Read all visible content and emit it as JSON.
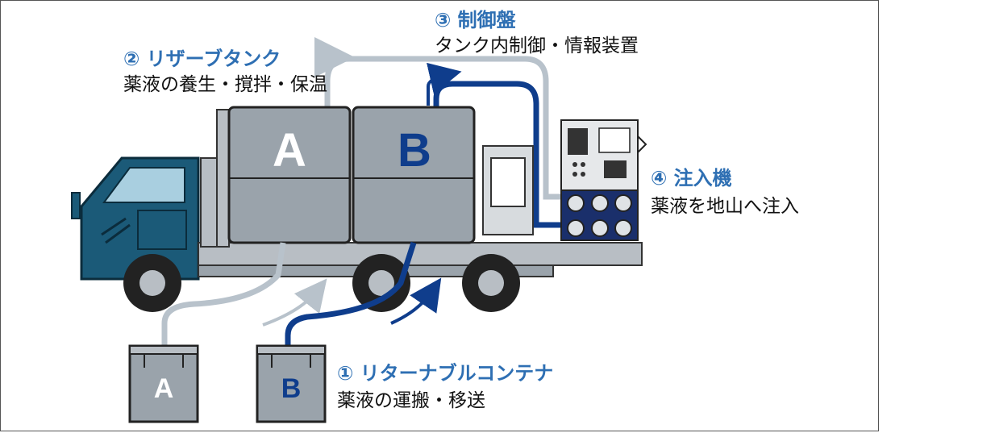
{
  "colors": {
    "title_blue": "#2e6fb3",
    "truck_teal": "#1b5a78",
    "flow_blue": "#0f3d8c",
    "flow_gray": "#b8c2cb",
    "tank_gray": "#9aa3ab",
    "frame_gray": "#b8bec4"
  },
  "labels": {
    "reservoir_title": "② リザーブタンク",
    "reservoir_desc": "薬液の養生・撹拌・保温",
    "control_title": "③ 制御盤",
    "control_desc": "タンク内制御・情報装置",
    "injector_title": "④ 注入機",
    "injector_desc": "薬液を地山へ注入",
    "container_title": "① リターナブルコンテナ",
    "container_desc": "薬液の運搬・移送"
  },
  "tanks": {
    "tank_a": "A",
    "tank_b": "B"
  },
  "containers": {
    "container_a": "A",
    "container_b": "B"
  }
}
